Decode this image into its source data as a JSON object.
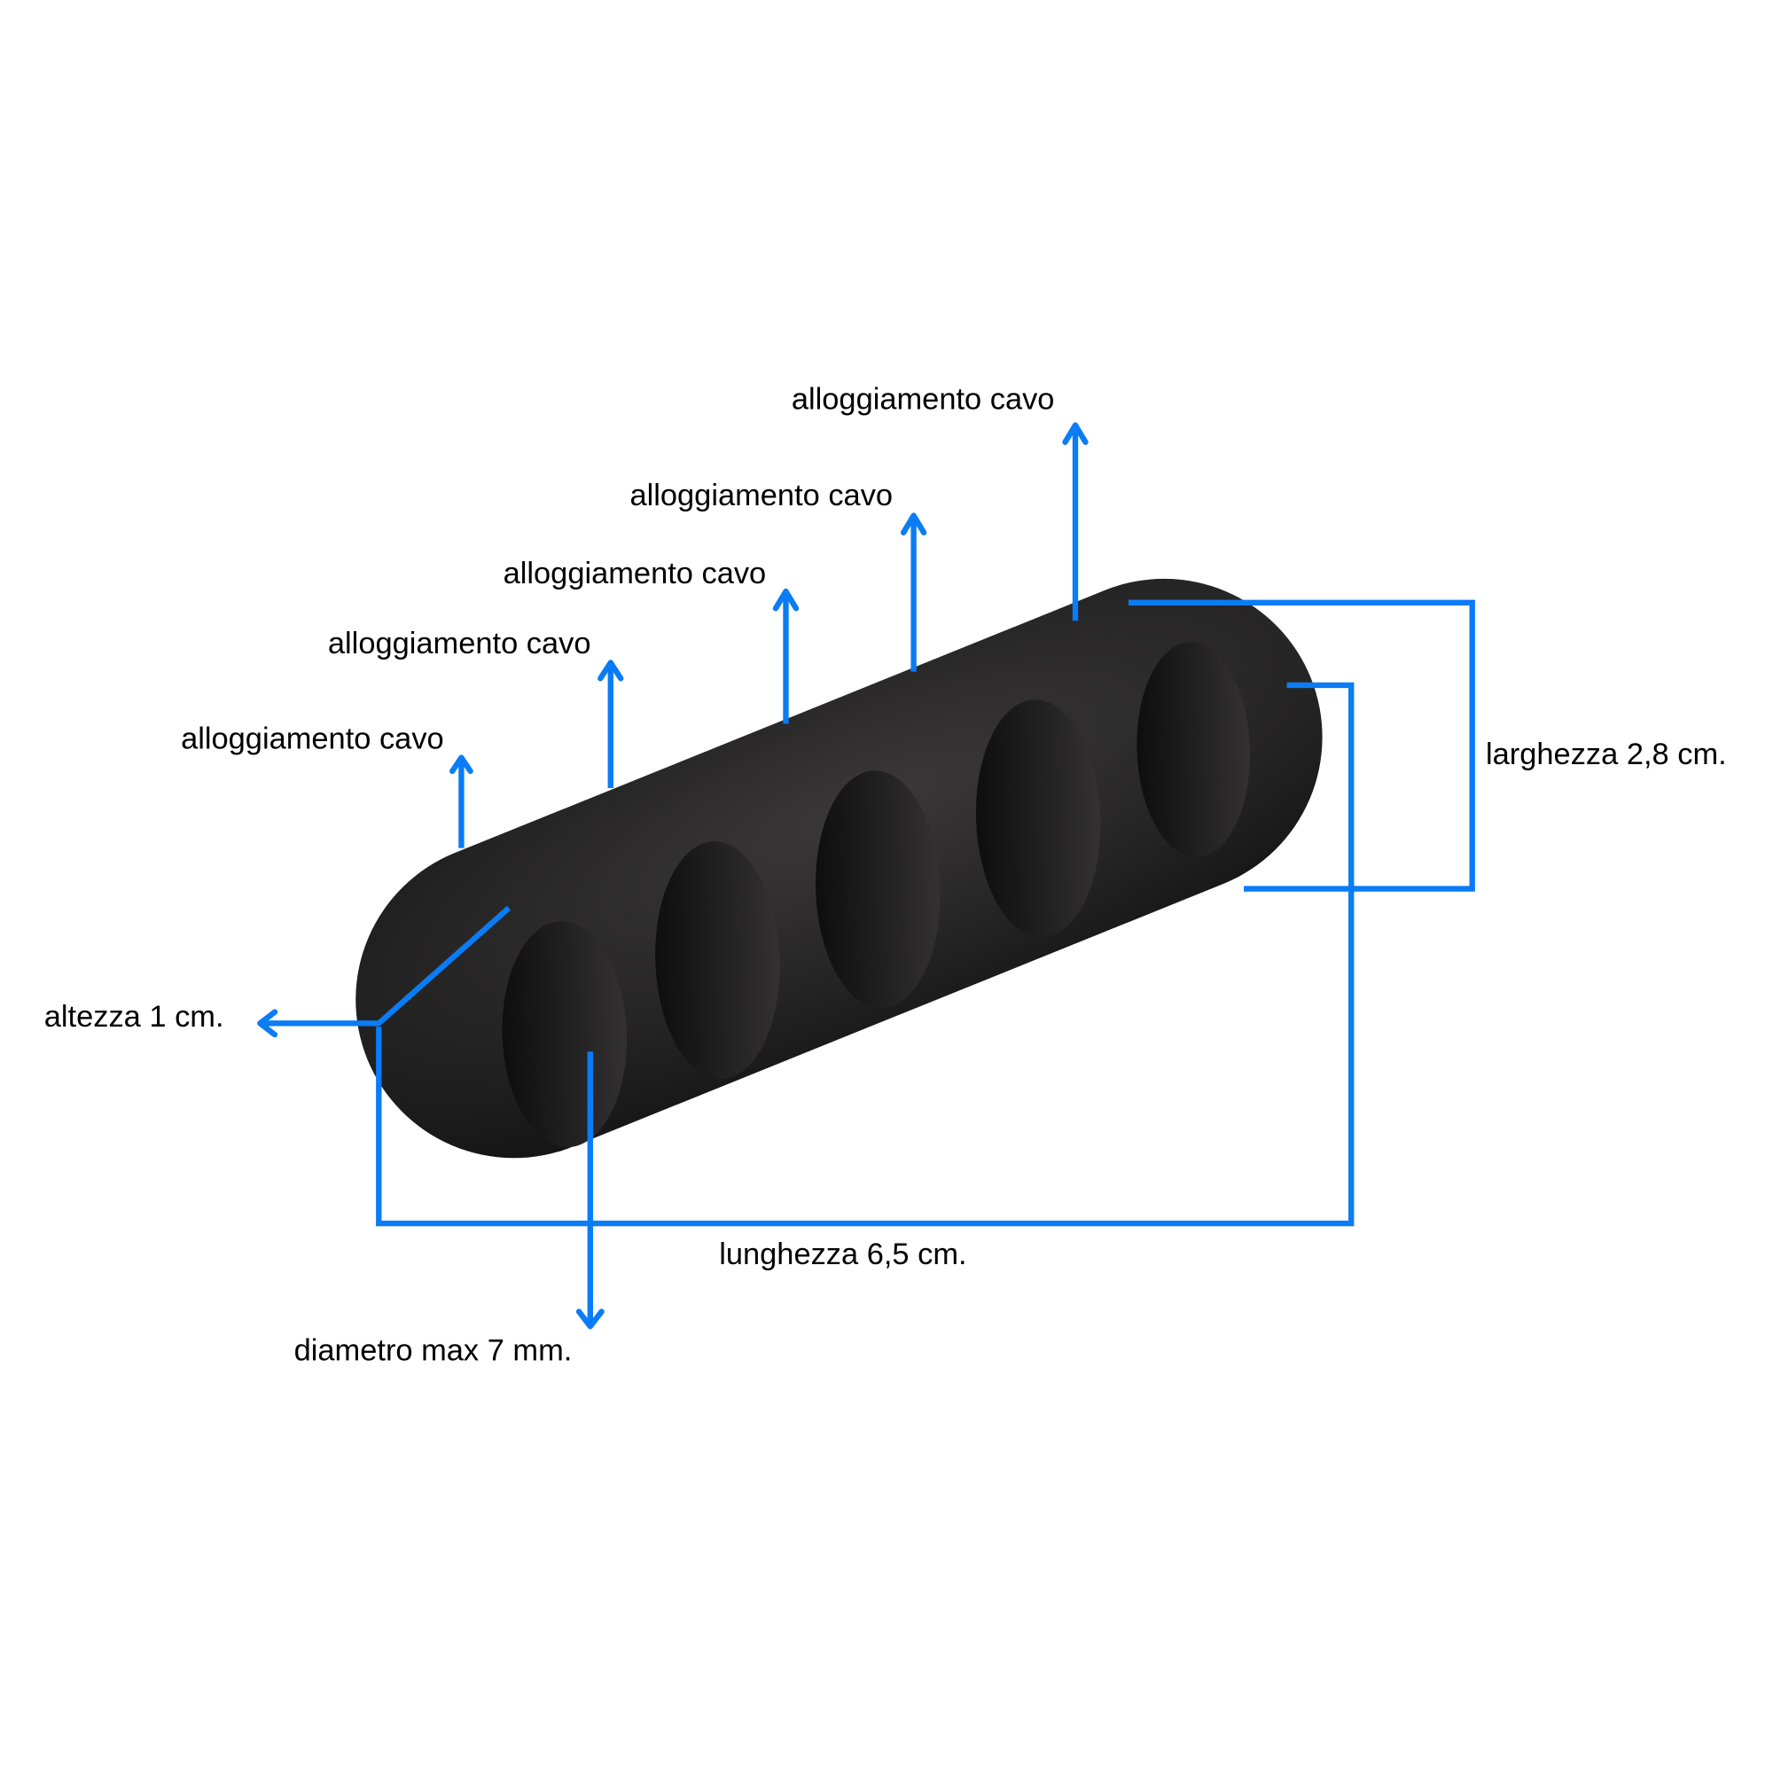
{
  "labels": {
    "slot_1": "alloggiamento cavo",
    "slot_2": "alloggiamento cavo",
    "slot_3": "alloggiamento cavo",
    "slot_4": "alloggiamento cavo",
    "slot_5": "alloggiamento cavo",
    "width": "larghezza 2,8 cm.",
    "height": "altezza 1 cm.",
    "length": "lunghezza 6,5 cm.",
    "diameter": "diametro max 7 mm."
  },
  "colors": {
    "annotation": "#0a7cf5",
    "product": "#1e1d1d"
  }
}
